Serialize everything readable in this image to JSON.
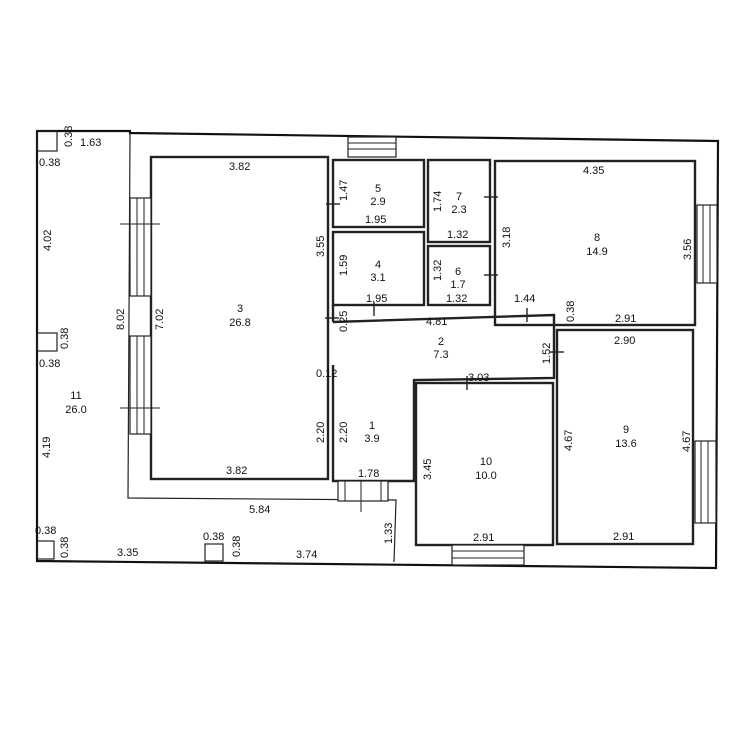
{
  "rooms": {
    "r1": {
      "number": "1",
      "area": "3.9"
    },
    "r2": {
      "number": "2",
      "area": "7.3"
    },
    "r3": {
      "number": "3",
      "area": "26.8"
    },
    "r4": {
      "number": "4",
      "area": "3.1"
    },
    "r5": {
      "number": "5",
      "area": "2.9"
    },
    "r6": {
      "number": "6",
      "area": "1.7"
    },
    "r7": {
      "number": "7",
      "area": "2.3"
    },
    "r8": {
      "number": "8",
      "area": "14.9"
    },
    "r9": {
      "number": "9",
      "area": "13.6"
    },
    "r10": {
      "number": "10",
      "area": "10.0"
    },
    "r11": {
      "number": "11",
      "area": "26.0"
    }
  },
  "dims": {
    "d_038_tl_v": "0.38",
    "d_038_tl_h": "0.38",
    "d_163": "1.63",
    "d_402": "4.02",
    "d_038_mid_v": "0.38",
    "d_038_mid_h": "0.38",
    "d_419": "4.19",
    "d_038_bl_h": "0.38",
    "d_038_bl_v": "0.38",
    "d_335": "3.35",
    "d_038_bm_h": "0.38",
    "d_038_bm_v": "0.38",
    "d_374": "3.74",
    "d_802": "8.02",
    "d_702": "7.02",
    "d_382_top": "3.82",
    "d_382_bot": "3.82",
    "d_355": "3.55",
    "d_025": "0.25",
    "d_012": "0.12",
    "d_220_a": "2.20",
    "d_220_b": "2.20",
    "d_178": "1.78",
    "d_584": "5.84",
    "d_133": "1.33",
    "d_147": "1.47",
    "d_195_a": "1.95",
    "d_159": "1.59",
    "d_195_b": "1.95",
    "d_174": "1.74",
    "d_132_a": "1.32",
    "d_132_v": "1.32",
    "d_132_b": "1.32",
    "d_318": "3.18",
    "d_435": "4.35",
    "d_356": "3.56",
    "d_144": "1.44",
    "d_038_r8": "0.38",
    "d_291_r8": "2.91",
    "d_481": "4.81",
    "d_152": "1.52",
    "d_290": "2.90",
    "d_467_a": "4.67",
    "d_467_b": "4.67",
    "d_291_r9": "2.91",
    "d_303": "3.03",
    "d_345": "3.45",
    "d_291_r10": "2.91"
  }
}
